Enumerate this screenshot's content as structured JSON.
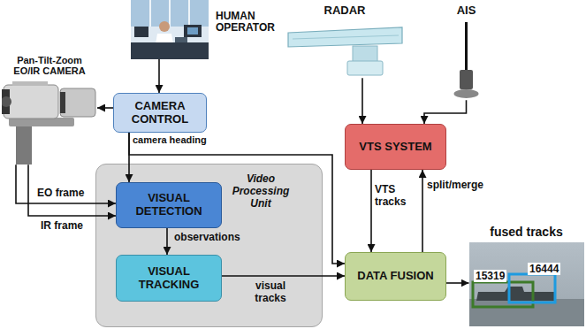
{
  "diagram": {
    "nodes": [
      {
        "text": [
          "HUMAN OPERATOR"
        ]
      },
      {
        "text": [
          "Pan-Tilt-Zoom EO/IR CAMERA"
        ]
      },
      {
        "text": [
          "CAMERA CONTROL"
        ]
      },
      {
        "text": [
          "RADAR"
        ]
      },
      {
        "text": [
          "AIS"
        ]
      },
      {
        "text": [
          "VTS SYSTEM"
        ]
      },
      {
        "text": [
          "Video Processing Unit"
        ]
      },
      {
        "text": [
          "VISUAL DETECTION"
        ],
        "in": 6
      },
      {
        "text": [
          "VISUAL TRACKING"
        ],
        "in": 6
      },
      {
        "text": [
          "DATA FUSION"
        ]
      },
      {
        "text": [
          "fused tracks"
        ]
      }
    ],
    "edges": [
      {
        "from": 0,
        "to": 2,
        "arrow": "to"
      },
      {
        "from": 2,
        "to": 1,
        "arrow": "to"
      },
      {
        "from": 2,
        "to": 7,
        "arrow": "to",
        "label": "camera heading"
      },
      {
        "from": 2,
        "to": 9,
        "arrow": "to"
      },
      {
        "from": 1,
        "to": 7,
        "arrow": "to",
        "label": "EO frame"
      },
      {
        "from": 1,
        "to": 7,
        "arrow": "to",
        "label": "IR frame"
      },
      {
        "from": 7,
        "to": 8,
        "arrow": "to",
        "label": "observations"
      },
      {
        "from": 8,
        "to": 9,
        "arrow": "to",
        "label": "visual tracks"
      },
      {
        "from": 3,
        "to": 5,
        "arrow": "to"
      },
      {
        "from": 4,
        "to": 5,
        "arrow": "to"
      },
      {
        "from": 5,
        "to": 9,
        "arrow": "to",
        "label": "VTS tracks"
      },
      {
        "from": 9,
        "to": 5,
        "arrow": "to",
        "label": "split/merge"
      },
      {
        "from": 9,
        "to": 10,
        "arrow": "to"
      }
    ],
    "labels": [
      "15319",
      "16444"
    ]
  }
}
